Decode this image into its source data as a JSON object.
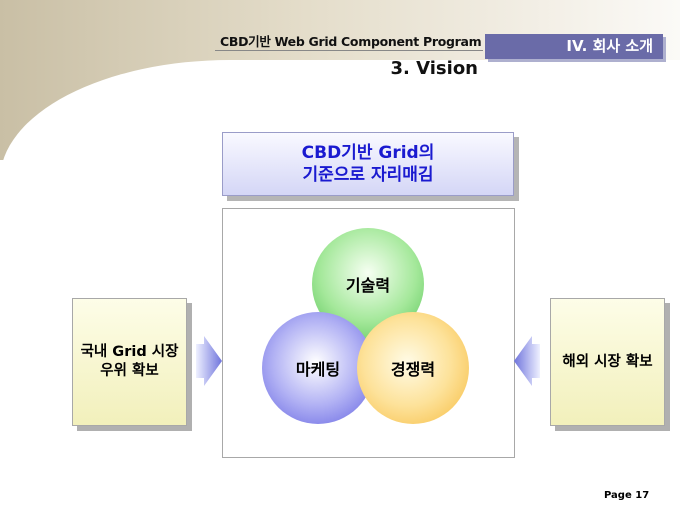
{
  "header": {
    "title": "CBD기반 Web Grid Component Program",
    "section": "IV. 회사 소개",
    "subtitle": "3. Vision"
  },
  "vision": {
    "line1": "CBD기반 Grid의",
    "line2": "기준으로 자리매김"
  },
  "circles": {
    "tech": "기술력",
    "marketing": "마케팅",
    "competitiveness": "경쟁력"
  },
  "left_box": {
    "line1": "국내 Grid 시장",
    "line2": "우위 확보"
  },
  "right_box": {
    "line1": "해외 시장 확보"
  },
  "footer": {
    "page": "Page 17"
  },
  "colors": {
    "badge": "#6a6ba8",
    "vision_text": "#1a1ad0",
    "tech_circle": "#7fd77a",
    "marketing_circle": "#8d8de8",
    "competitiveness_circle": "#fbcf63",
    "side_box": "#f5f3c8",
    "arrow": "#6f74dc"
  }
}
